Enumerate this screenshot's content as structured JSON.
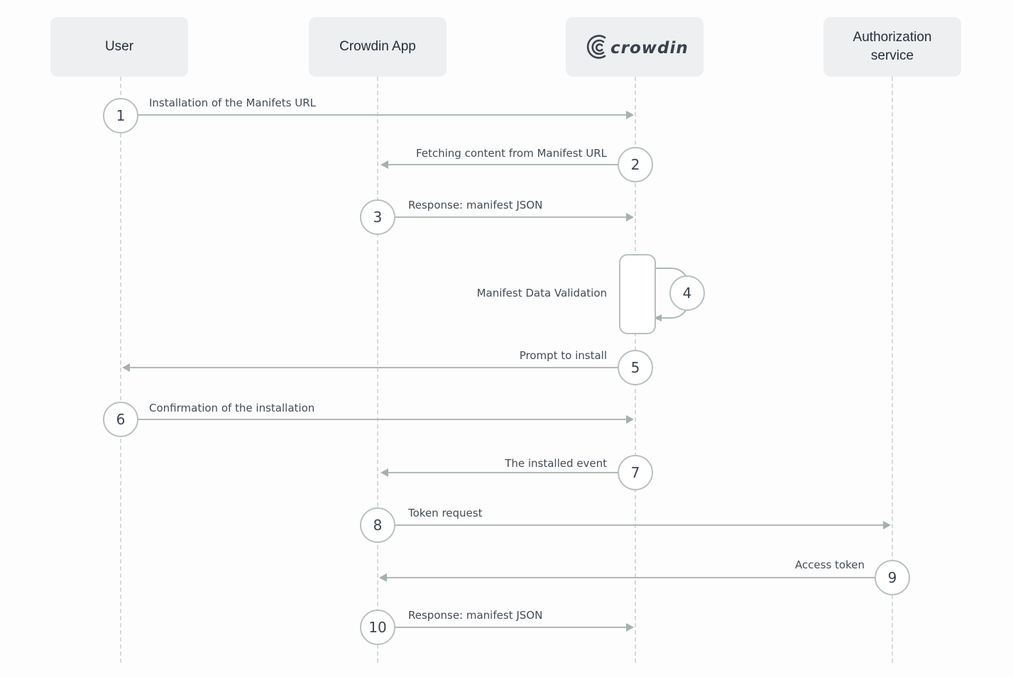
{
  "diagram": {
    "type": "sequence-diagram",
    "actors": [
      {
        "id": "user",
        "label": "User"
      },
      {
        "id": "crowdin-app",
        "label": "Crowdin App"
      },
      {
        "id": "crowdin",
        "label": "crowdin",
        "rendered_as": "crowdin-logo"
      },
      {
        "id": "auth-service",
        "label": "Authorization service"
      }
    ],
    "messages": [
      {
        "step": "1",
        "label": "Installation of the Manifets URL",
        "from": "user",
        "to": "crowdin",
        "direction": "right"
      },
      {
        "step": "2",
        "label": "Fetching content from Manifest URL",
        "from": "crowdin",
        "to": "crowdin-app",
        "direction": "left"
      },
      {
        "step": "3",
        "label": "Response: manifest JSON",
        "from": "crowdin-app",
        "to": "crowdin",
        "direction": "right"
      },
      {
        "step": "4",
        "label": "Manifest Data Validation",
        "from": "crowdin",
        "to": "crowdin",
        "direction": "self"
      },
      {
        "step": "5",
        "label": "Prompt to install",
        "from": "crowdin",
        "to": "user",
        "direction": "left"
      },
      {
        "step": "6",
        "label": "Confirmation of the installation",
        "from": "user",
        "to": "crowdin",
        "direction": "right"
      },
      {
        "step": "7",
        "label": "The installed event",
        "from": "crowdin",
        "to": "crowdin-app",
        "direction": "left"
      },
      {
        "step": "8",
        "label": "Token request",
        "from": "crowdin-app",
        "to": "auth-service",
        "direction": "right"
      },
      {
        "step": "9",
        "label": "Access token",
        "from": "auth-service",
        "to": "crowdin-app",
        "direction": "left"
      },
      {
        "step": "10",
        "label": "Response: manifest JSON",
        "from": "crowdin-app",
        "to": "crowdin",
        "direction": "right"
      }
    ],
    "colors": {
      "background": "#fdfdfd",
      "actor_box_fill": "#edeff0",
      "actor_text": "#262e3a",
      "lifeline": "#d7dadb",
      "arrow_line": "#afbab7",
      "arrow_head": "#a6b1ae",
      "badge_border": "#b8c1bf",
      "badge_text": "#3d4550",
      "label_text": "#434c56",
      "logo_ink": "#3a414d"
    }
  }
}
